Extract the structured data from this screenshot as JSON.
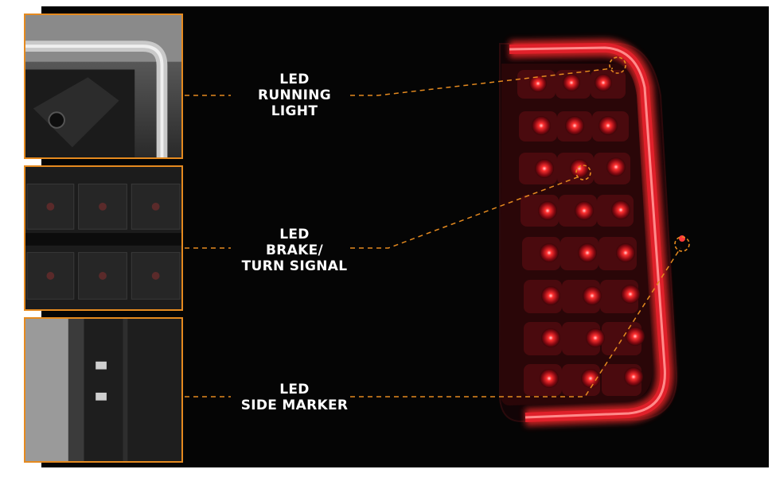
{
  "colors": {
    "accent": "#e58a1f",
    "background": "#050505",
    "led_red": "#c01220",
    "label_text": "#ffffff"
  },
  "callouts": [
    {
      "id": "running",
      "lines": [
        "LED",
        "RUNNING",
        "LIGHT"
      ]
    },
    {
      "id": "brake",
      "lines": [
        "LED",
        "BRAKE/",
        "TURN SIGNAL"
      ]
    },
    {
      "id": "marker",
      "lines": [
        "LED",
        "SIDE MARKER"
      ]
    }
  ]
}
